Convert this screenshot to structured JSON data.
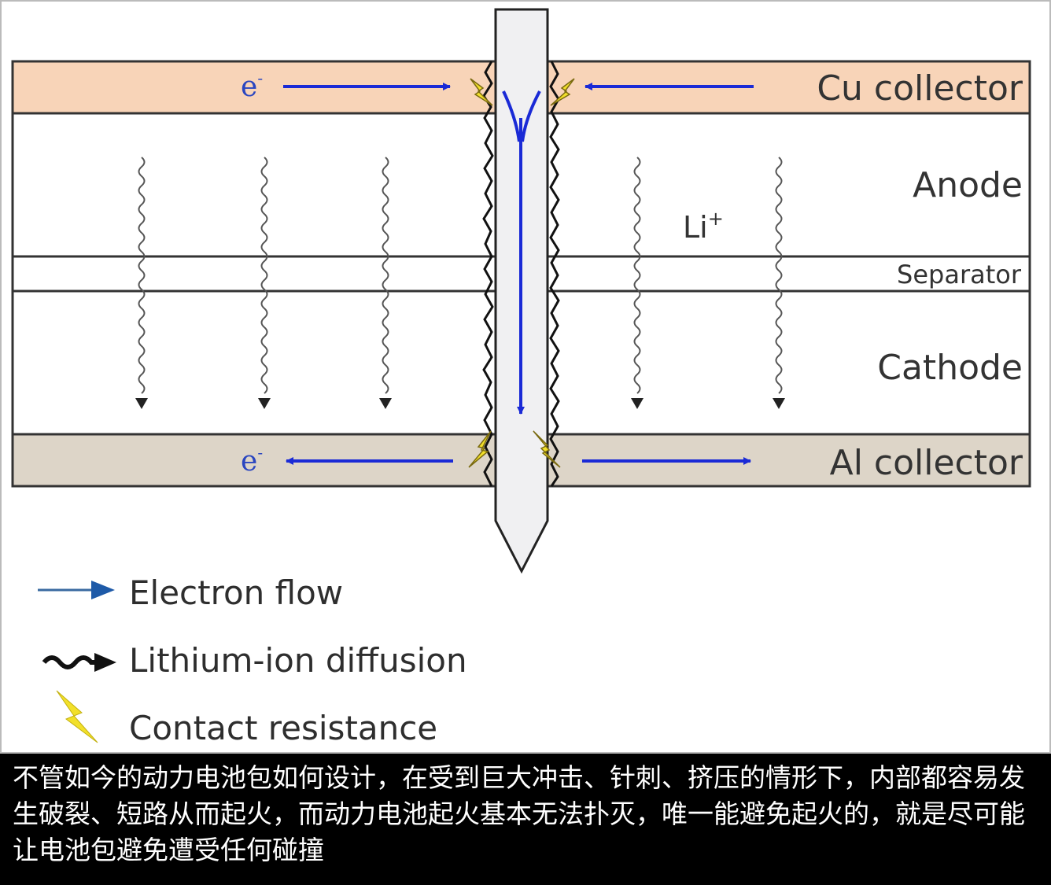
{
  "diagram": {
    "layers": {
      "cu_collector": "Cu collector",
      "anode": "Anode",
      "separator": "Separator",
      "cathode": "Cathode",
      "al_collector": "Al collector"
    },
    "electron_symbol": "e",
    "electron_superscript": "-",
    "lithium_ion_label": "Li",
    "lithium_ion_superscript": "+",
    "colors": {
      "cu_collector_fill": "#f8d4b8",
      "al_collector_fill": "#ddd5c8",
      "electron_arrow": "#1a2ad6",
      "lightning": "#f2e02a",
      "nail_fill": "#f0f0f2",
      "caption_bg": "#000000"
    }
  },
  "legend": {
    "electron_flow": "Electron flow",
    "lithium_diffusion": "Lithium-ion diffusion",
    "contact_resistance": "Contact resistance"
  },
  "caption": "不管如今的动力电池包如何设计，在受到巨大冲击、针刺、挤压的情形下，内部都容易发生破裂、短路从而起火，而动力电池起火基本无法扑灭，唯一能避免起火的，就是尽可能让电池包避免遭受任何碰撞"
}
